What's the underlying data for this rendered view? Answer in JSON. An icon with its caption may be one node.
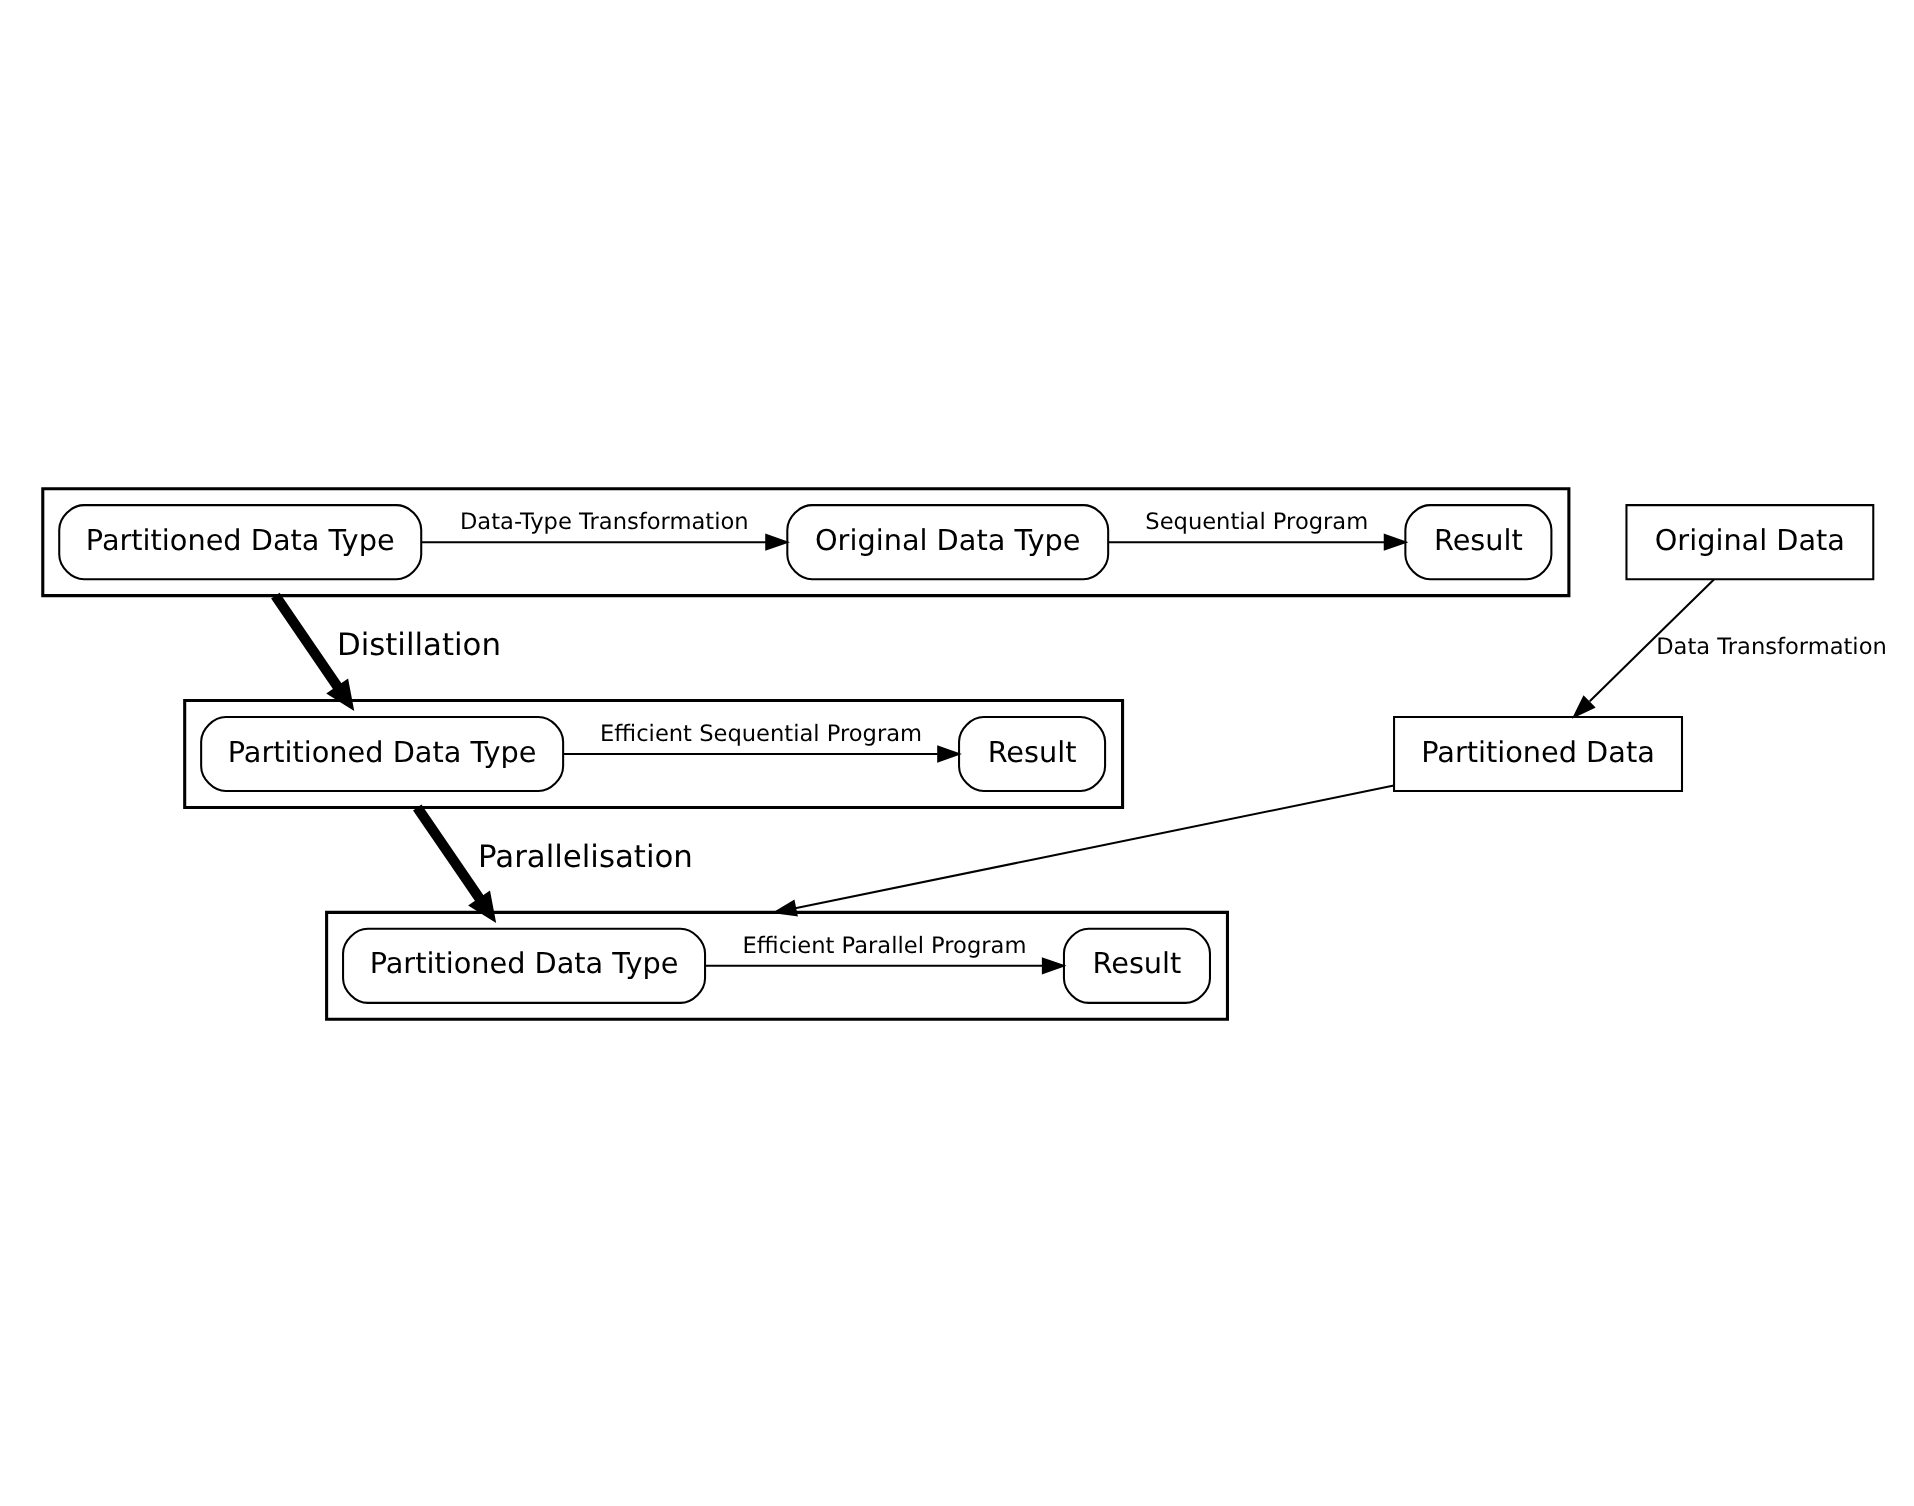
{
  "diagram": {
    "nodes": [
      {
        "text": [],
        "shape": "box"
      },
      {
        "text": [
          "Partitioned Data Type"
        ],
        "in": 0
      },
      {
        "text": [
          "Original Data Type"
        ],
        "in": 0
      },
      {
        "text": [
          "Result"
        ],
        "in": 0
      },
      {
        "text": [],
        "shape": "box"
      },
      {
        "text": [
          "Partitioned Data Type"
        ],
        "in": 4
      },
      {
        "text": [
          "Result"
        ],
        "in": 4
      },
      {
        "text": [
          "Original Data"
        ]
      },
      {
        "text": [],
        "shape": "box"
      },
      {
        "text": [
          "Partitioned Data Type"
        ],
        "in": 8
      },
      {
        "text": [
          "Result"
        ],
        "in": 8
      },
      {
        "text": [
          "Partitioned Data"
        ]
      }
    ],
    "edges": [
      {
        "from": 1,
        "to": 2,
        "arrow": "to",
        "label": "Data-Type Transformation"
      },
      {
        "from": 2,
        "to": 3,
        "arrow": "to",
        "label": "Sequential Program"
      },
      {
        "from": 0,
        "to": 4,
        "arrow": "to",
        "label": "Distillation",
        "style": "thick"
      },
      {
        "from": 5,
        "to": 6,
        "arrow": "to",
        "label": "Efficient Sequential Program"
      },
      {
        "from": 4,
        "to": 8,
        "arrow": "to",
        "label": "Parallelisation",
        "style": "thick"
      },
      {
        "from": 7,
        "to": 11,
        "arrow": "to",
        "label": "Data Transformation"
      },
      {
        "from": 11,
        "to": 8,
        "arrow": "to"
      },
      {
        "from": 9,
        "to": 10,
        "arrow": "to",
        "label": "Efficient Parallel Program"
      }
    ]
  }
}
